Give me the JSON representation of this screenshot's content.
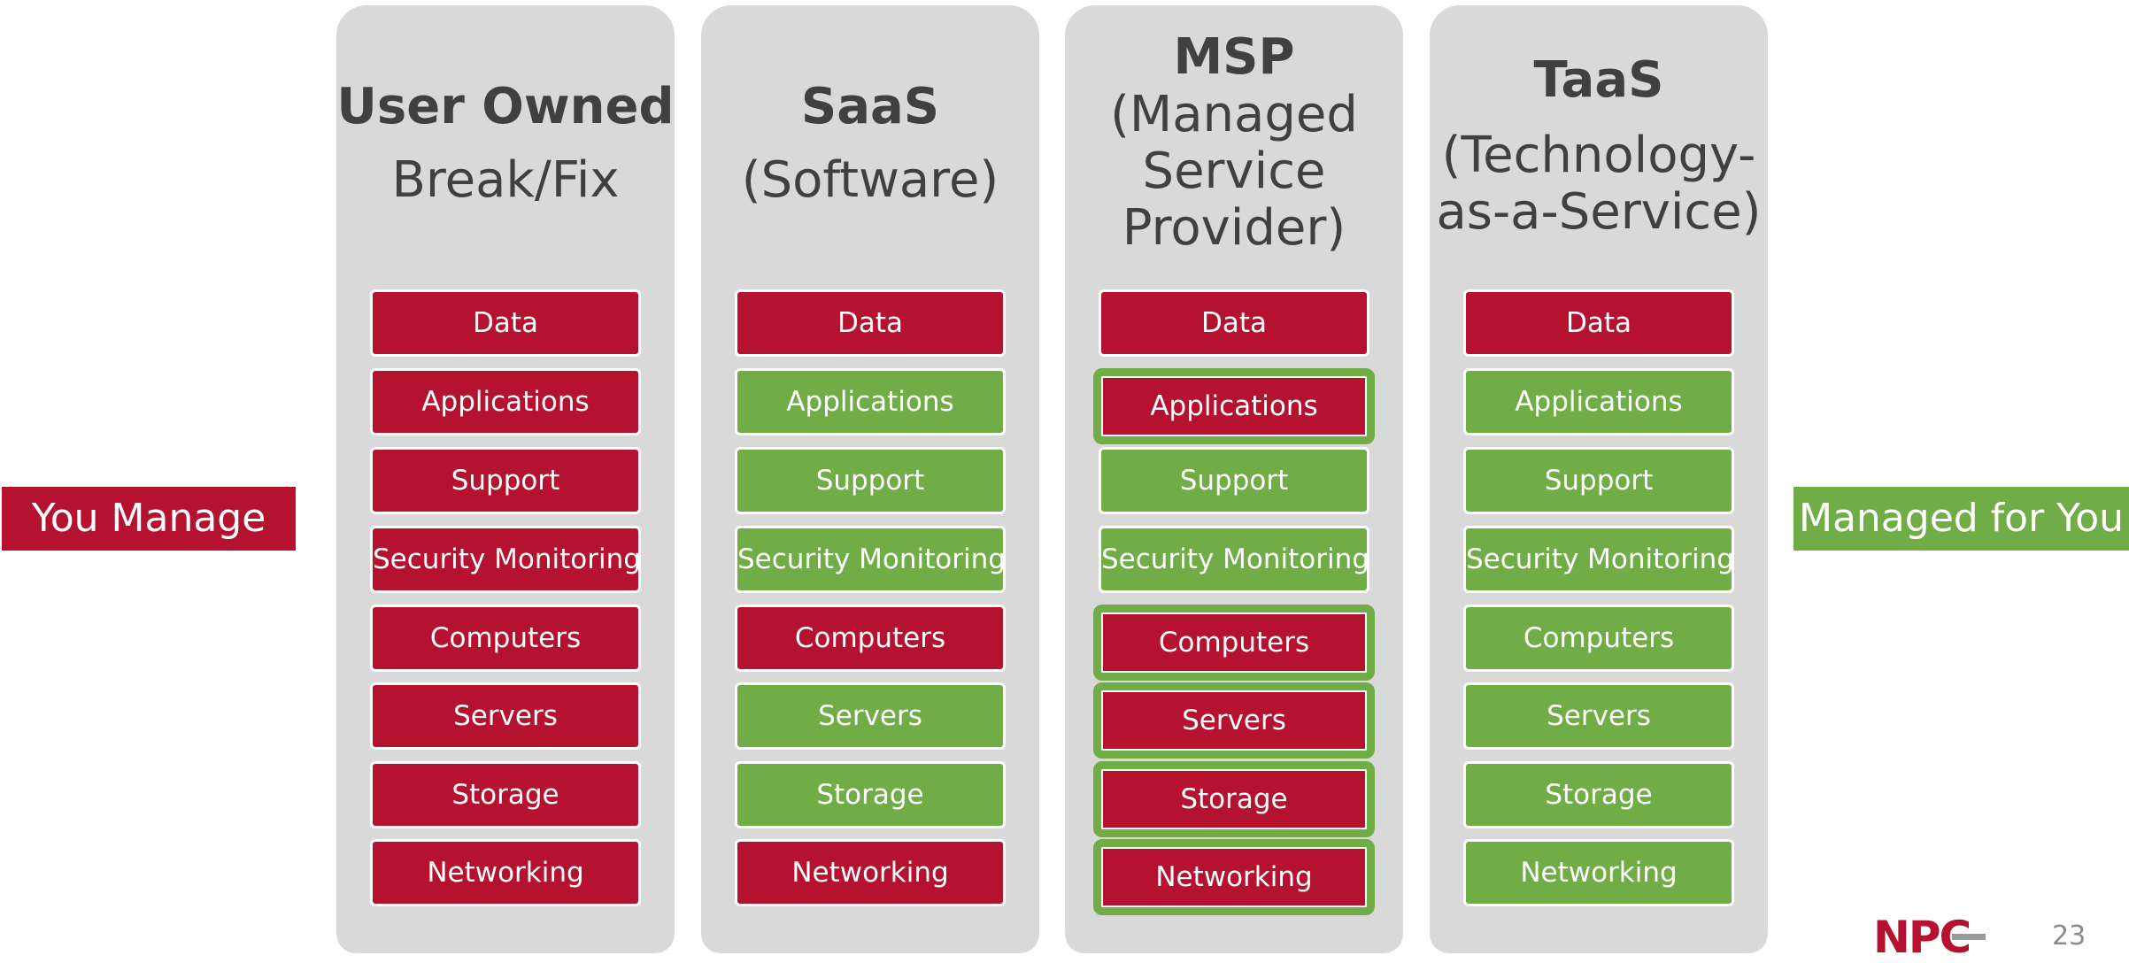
{
  "left_label": "You Manage",
  "right_label": "Managed for You",
  "columns": [
    {
      "title": "User Owned",
      "subtitle": [
        "Break/Fix"
      ],
      "items": [
        {
          "label": "Data",
          "status": "red"
        },
        {
          "label": "Applications",
          "status": "red"
        },
        {
          "label": "Support",
          "status": "red"
        },
        {
          "label": "Security Monitoring",
          "status": "red"
        },
        {
          "label": "Computers",
          "status": "red"
        },
        {
          "label": "Servers",
          "status": "red"
        },
        {
          "label": "Storage",
          "status": "red"
        },
        {
          "label": "Networking",
          "status": "red"
        }
      ]
    },
    {
      "title": "SaaS",
      "subtitle": [
        "(Software)"
      ],
      "items": [
        {
          "label": "Data",
          "status": "red"
        },
        {
          "label": "Applications",
          "status": "green"
        },
        {
          "label": "Support",
          "status": "green"
        },
        {
          "label": "Security Monitoring",
          "status": "green"
        },
        {
          "label": "Computers",
          "status": "red"
        },
        {
          "label": "Servers",
          "status": "green"
        },
        {
          "label": "Storage",
          "status": "green"
        },
        {
          "label": "Networking",
          "status": "red"
        }
      ]
    },
    {
      "title": "MSP",
      "subtitle": [
        "(Managed",
        "Service",
        "Provider)"
      ],
      "items": [
        {
          "label": "Data",
          "status": "red"
        },
        {
          "label": "Applications",
          "status": "hybrid"
        },
        {
          "label": "Support",
          "status": "green"
        },
        {
          "label": "Security Monitoring",
          "status": "green"
        },
        {
          "label": "Computers",
          "status": "hybrid"
        },
        {
          "label": "Servers",
          "status": "hybrid"
        },
        {
          "label": "Storage",
          "status": "hybrid"
        },
        {
          "label": "Networking",
          "status": "hybrid"
        }
      ]
    },
    {
      "title": "TaaS",
      "subtitle": [
        "(Technology-",
        "as-a-Service)"
      ],
      "items": [
        {
          "label": "Data",
          "status": "red"
        },
        {
          "label": "Applications",
          "status": "green"
        },
        {
          "label": "Support",
          "status": "green"
        },
        {
          "label": "Security Monitoring",
          "status": "green"
        },
        {
          "label": "Computers",
          "status": "green"
        },
        {
          "label": "Servers",
          "status": "green"
        },
        {
          "label": "Storage",
          "status": "green"
        },
        {
          "label": "Networking",
          "status": "green"
        }
      ]
    }
  ],
  "colors": {
    "red": "#b5122f",
    "green": "#70ad47",
    "column_bg": "#d9d9d9"
  },
  "logo_text": "NPC",
  "page_number": "23"
}
